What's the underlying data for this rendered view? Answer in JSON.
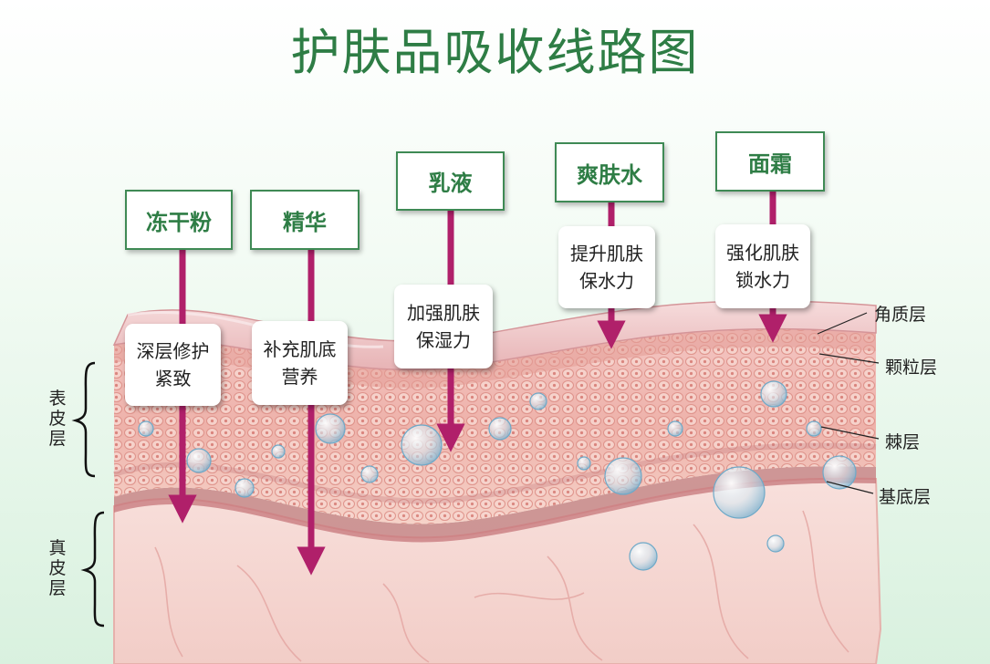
{
  "title": "护肤品吸收线路图",
  "products": [
    {
      "name": "冻干粉",
      "effect_line1": "深层修护",
      "effect_line2": "紧致"
    },
    {
      "name": "精华",
      "effect_line1": "补充肌底",
      "effect_line2": "营养"
    },
    {
      "name": "乳液",
      "effect_line1": "加强肌肤",
      "effect_line2": "保湿力"
    },
    {
      "name": "爽肤水",
      "effect_line1": "提升肌肤",
      "effect_line2": "保水力"
    },
    {
      "name": "面霜",
      "effect_line1": "强化肌肤",
      "effect_line2": "锁水力"
    }
  ],
  "layers": [
    "角质层",
    "颗粒层",
    "棘层",
    "基底层"
  ],
  "sections": {
    "epidermis": [
      "表",
      "皮",
      "层"
    ],
    "dermis": [
      "真",
      "皮",
      "层"
    ]
  },
  "colors": {
    "title": "#2e7d45",
    "product_border": "#3f8a55",
    "arrow": "#b0206a",
    "skin_surface": "#e9b9b9",
    "dermis": "#f5d7d3"
  }
}
